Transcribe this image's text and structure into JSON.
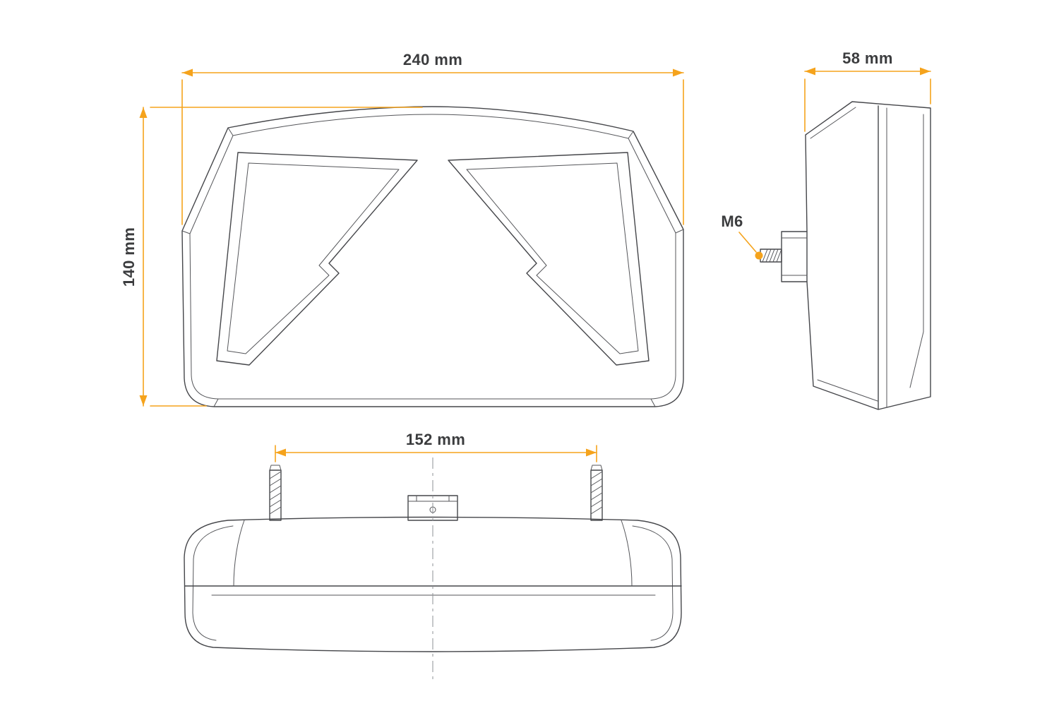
{
  "drawing": {
    "dim_width": "240 mm",
    "dim_height": "140 mm",
    "dim_depth": "58 mm",
    "dim_stud_spacing": "152 mm",
    "thread_label": "M6"
  },
  "colors": {
    "dimension_accent": "#F5A31C",
    "drawing_line": "#45464a",
    "background": "#FFFFFF"
  }
}
